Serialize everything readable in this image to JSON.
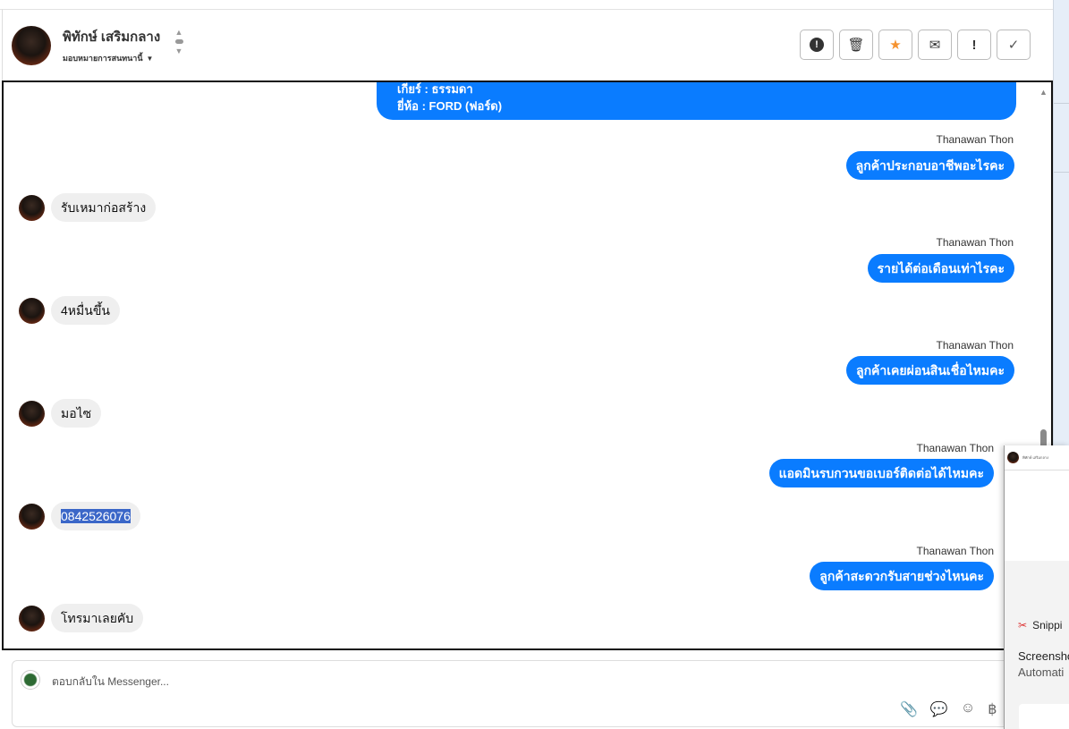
{
  "header": {
    "name": "พิทักษ์ เสริมกลาง",
    "assign_label": "มอบหมายการสนทนานี้",
    "actions": [
      "spam",
      "delete",
      "star",
      "mark-unread",
      "important",
      "done"
    ]
  },
  "chat": {
    "top_message": [
      "เกียร์ : ธรรมดา",
      "ยี่ห้อ : FORD (ฟอร์ด)"
    ],
    "messages": [
      {
        "sender": "Thanawan Thon",
        "text": "ลูกค้าประกอบอาชีพอะไรคะ"
      },
      {
        "text": "รับเหมาก่อสร้าง"
      },
      {
        "sender": "Thanawan Thon",
        "text": "รายได้ต่อเดือนเท่าไรคะ"
      },
      {
        "text": "4หมื่นขึ้น"
      },
      {
        "sender": "Thanawan Thon",
        "text": "ลูกค้าเคยผ่อนสินเชื่อไหมคะ"
      },
      {
        "text": "มอไซ"
      },
      {
        "sender": "Thanawan Thon",
        "text": "แอดมินรบกวนขอเบอร์ติดต่อได้ไหมคะ"
      },
      {
        "text": "0842526076"
      },
      {
        "sender": "Thanawan Thon",
        "text": "ลูกค้าสะดวกรับสายช่วงไหนคะ"
      },
      {
        "text": "โทรมาเลยคับ"
      }
    ]
  },
  "composer": {
    "placeholder": "ตอบกลับใน Messenger..."
  },
  "popup": {
    "app": "Snippi",
    "title": "Screensho",
    "subtitle": "Automati"
  },
  "colors": {
    "accent": "#0a7cff",
    "incoming": "#efefef",
    "star": "#f5922f"
  }
}
